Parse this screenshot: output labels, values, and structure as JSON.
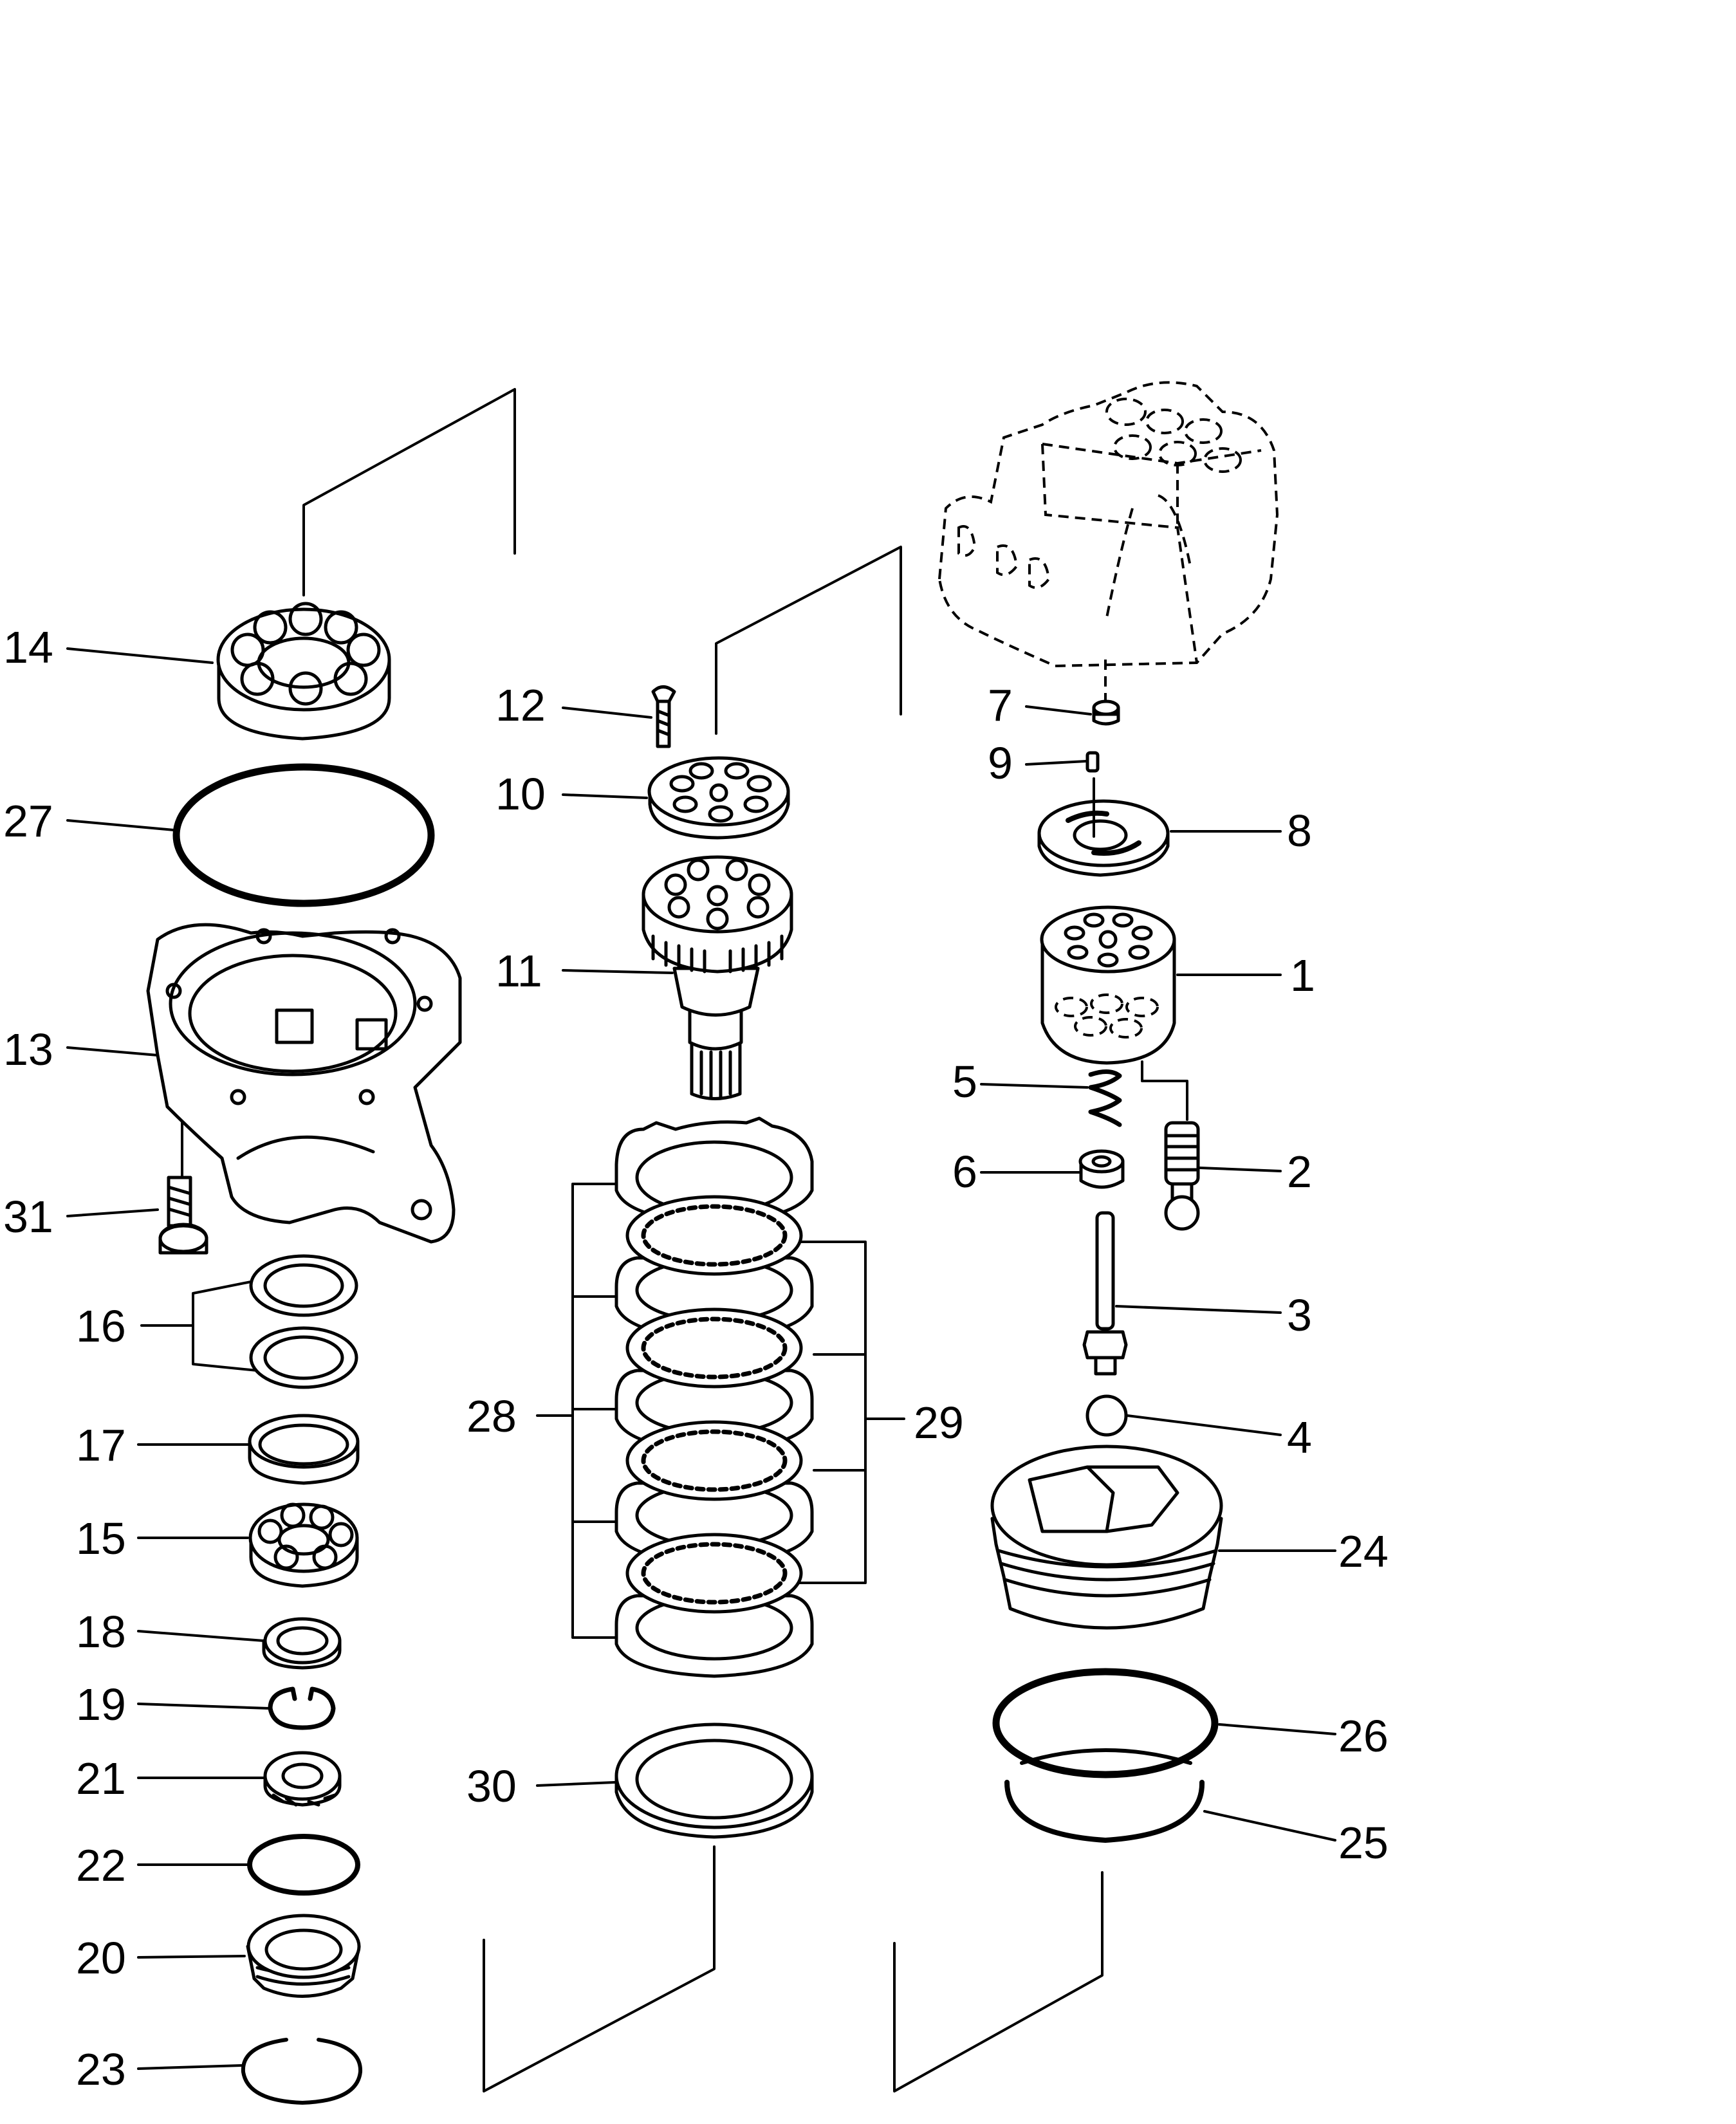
{
  "labels": {
    "p1": "1",
    "p2": "2",
    "p3": "3",
    "p4": "4",
    "p5": "5",
    "p6": "6",
    "p7": "7",
    "p8": "8",
    "p9": "9",
    "p10": "10",
    "p11": "11",
    "p12": "12",
    "p13": "13",
    "p14": "14",
    "p15": "15",
    "p16": "16",
    "p17": "17",
    "p18": "18",
    "p19": "19",
    "p20": "20",
    "p21": "21",
    "p22": "22",
    "p23": "23",
    "p24": "24",
    "p25": "25",
    "p26": "26",
    "p27": "27",
    "p28": "28",
    "p29": "29",
    "p30": "30",
    "p31": "31"
  }
}
